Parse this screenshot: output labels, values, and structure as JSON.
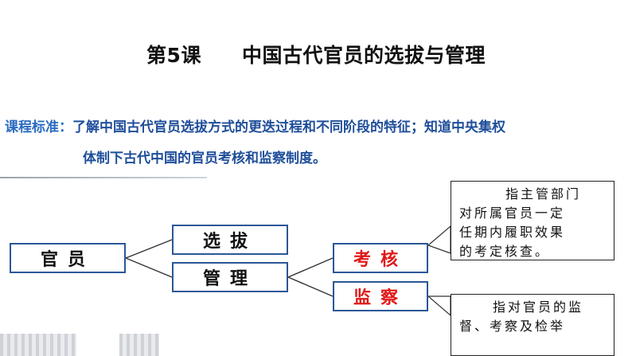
{
  "title": "第5课　　中国古代官员的选拔与管理",
  "standard": {
    "label": "课程标准：",
    "line1": "了解中国古代官员选拔方式的更迭过程和不同阶段的特征；知道中央集权",
    "line2": "体制下古代中国的官员考核和监察制度。"
  },
  "diagram": {
    "root": "官员",
    "level1": [
      "选拔",
      "管理"
    ],
    "level2": [
      "考核",
      "监察"
    ],
    "desc_kaohe": [
      "指主管部门",
      "对所属官员一定",
      "任期内履职效果",
      "的考定核查。"
    ],
    "desc_jiancha": [
      "指对官员的监",
      "督、考察及检举"
    ]
  },
  "colors": {
    "box_border": "#2b5797",
    "highlight_red": "#e01919",
    "standard_blue": "#1f4e9a"
  }
}
